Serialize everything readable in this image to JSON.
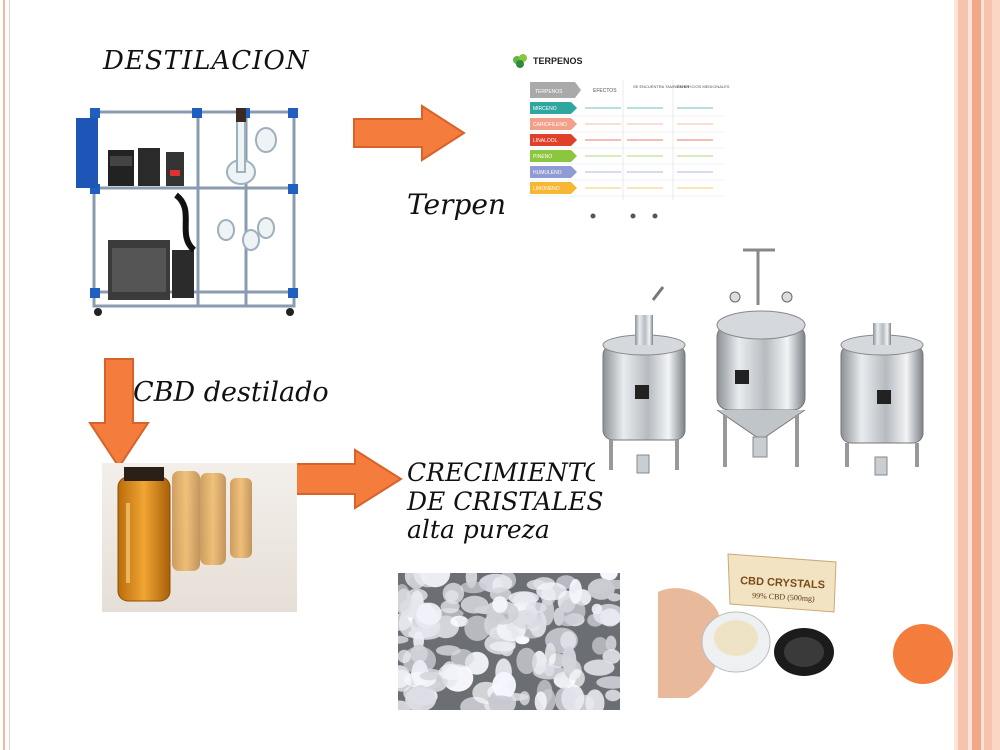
{
  "labels": {
    "destilacion": "DESTILACION",
    "terpenos": "Terpenos",
    "cbd_destilado": "CBD destilado",
    "crecimiento_line1": "CRECIMIENTO",
    "crecimiento_line2": "DE CRISTALES",
    "crecimiento_line3": "alta pureza"
  },
  "terpene_table": {
    "title": "TERPENOS",
    "columns": [
      "TERPENOS",
      "EFECTOS",
      "SE ENCUENTRA TAMBIÉN EN",
      "BENEFICIOS MEDICINALES"
    ],
    "rows": [
      {
        "name": "MIRCENO",
        "color": "#2fa7a0"
      },
      {
        "name": "CARIOFILENO",
        "color": "#f3a08a"
      },
      {
        "name": "LINALOOL",
        "color": "#e0402a"
      },
      {
        "name": "PINENO",
        "color": "#8cc63f"
      },
      {
        "name": "HUMULENO",
        "color": "#8e9bd4"
      },
      {
        "name": "LIMONENO",
        "color": "#f7b733"
      }
    ]
  },
  "product_box_label": "CBD CRYSTALS",
  "product_box_sublabel": "99% CBD (500mg)",
  "colors": {
    "arrow": "#f47c3c",
    "arrow_edge": "#d9622a",
    "circle": "#f47c3c",
    "stripe_light": "#fde3d8",
    "stripe_mid": "#f8c3ad",
    "stripe_dark": "#f3a78a"
  }
}
